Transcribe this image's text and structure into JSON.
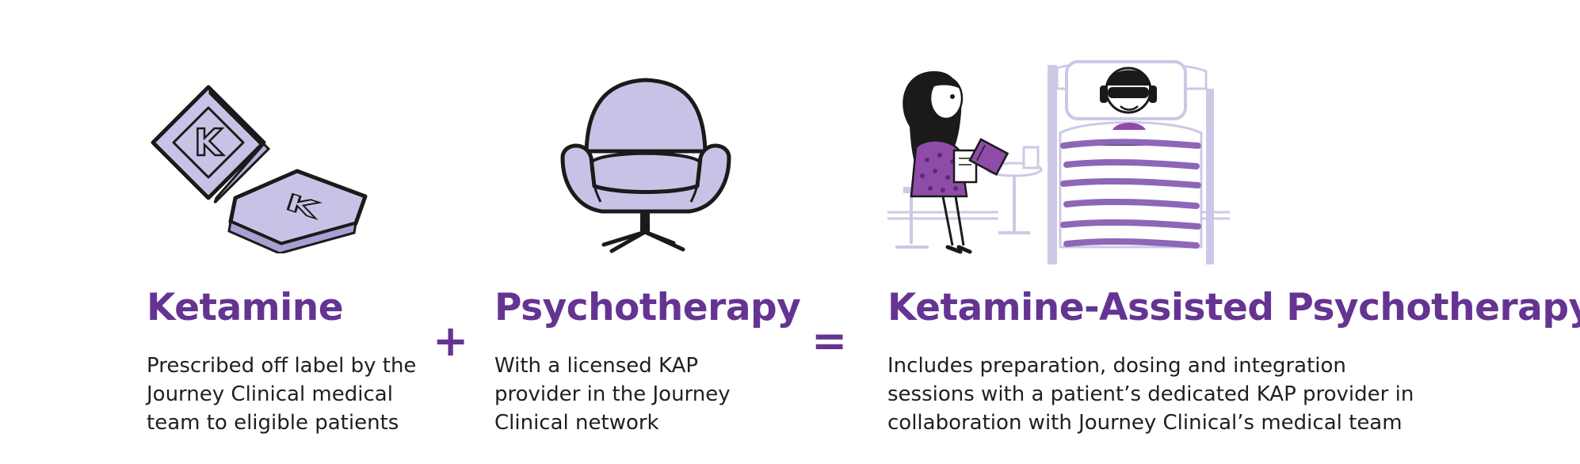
{
  "colors": {
    "accent": "#653492",
    "lavender": "#c9c2e6",
    "text": "#1f1f1f"
  },
  "items": [
    {
      "icon": "ketamine-tablets-icon",
      "title": "Ketamine",
      "description_lines": [
        "Prescribed off label by the",
        "Journey Clinical medical",
        "team to eligible patients"
      ]
    },
    {
      "icon": "armchair-icon",
      "title": "Psychotherapy",
      "description_lines": [
        "With a licensed KAP",
        "provider in the Journey",
        "Clinical network"
      ]
    },
    {
      "icon": "therapy-session-icon",
      "title": "Ketamine-Assisted Psychotherapy",
      "description_lines": [
        "Includes preparation, dosing and integration",
        "sessions with a patient’s dedicated KAP provider in",
        "collaboration with Journey Clinical’s medical team"
      ]
    }
  ],
  "operators": {
    "plus": "+",
    "equals": "="
  }
}
